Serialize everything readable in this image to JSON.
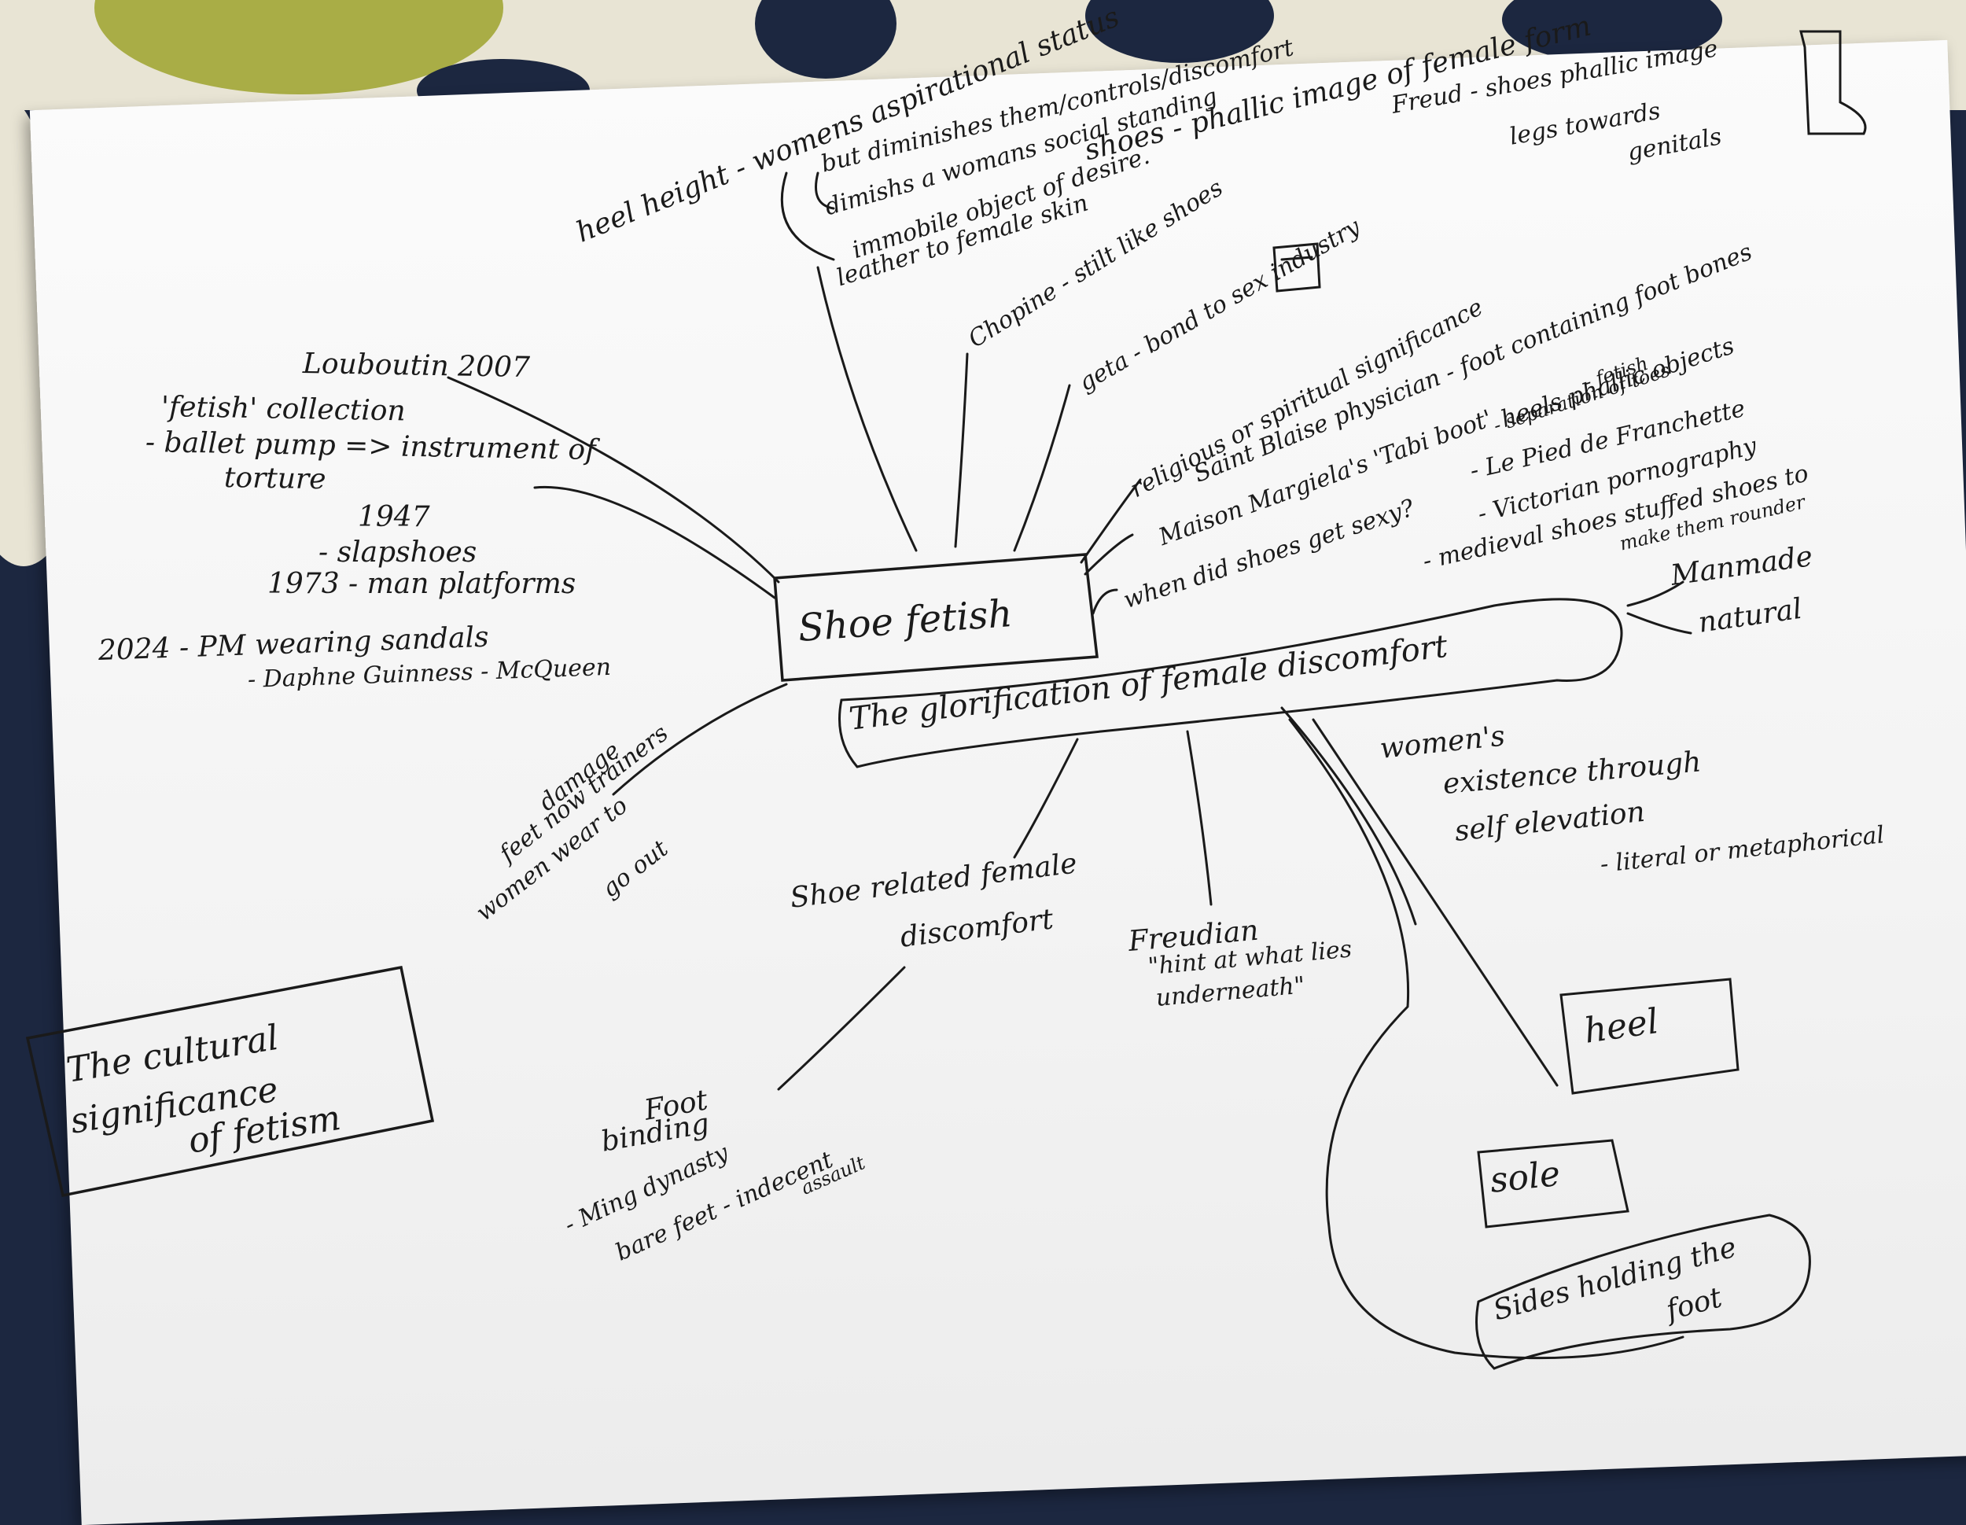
{
  "colors": {
    "paper": "#f6f6f6",
    "ink": "#1a1a1a",
    "fabric_dark": "#1c2740",
    "fabric_light": "#e8e4d4",
    "fabric_green": "#a9ad46"
  },
  "mindmap": {
    "center": "Shoe fetish",
    "subtitle": "The glorification of female discomfort",
    "title_box": {
      "line1": "The cultural",
      "line2": "significance",
      "line3": "of fetism"
    },
    "heel": {
      "main": "heel height - womens aspirational status",
      "n1": "but diminishes them/controls/discomfort",
      "n2": "dimishs a womans social standing",
      "n3": "immobile object of desire.",
      "n4": "leather to female skin"
    },
    "phallic": {
      "main": "shoes - phallic image of female form",
      "freud": "Freud - shoes phallic image",
      "n1": "legs towards",
      "n2": "genitals"
    },
    "chopine": "Chopine - stilt like shoes",
    "geta": "geta - bond to sex industry",
    "religious": {
      "main": "religious or spiritual significance",
      "sub": "Saint Blaise physician - foot containing foot bones"
    },
    "margiela": {
      "main": "Maison Margiela's 'Tabi boot'",
      "sub": "- separation of toes",
      "fetish": "- fetish"
    },
    "sexy": {
      "main": "when did shoes get sexy?",
      "n1": "heels phallic objects",
      "n2": "- Le Pied de Franchette",
      "n3": "- Victorian pornography",
      "n4": "- medieval shoes stuffed shoes to",
      "n5": "make them rounder"
    },
    "materials": {
      "n1": "Manmade",
      "n2": "natural"
    },
    "louboutin": {
      "l1": "Louboutin 2007",
      "l2": "'fetish' collection",
      "l3": "- ballet pump => instrument of",
      "l4": "torture"
    },
    "history": {
      "l1": "1947",
      "l2": "- slapshoes",
      "l3": "1973 - man platforms",
      "l4": "2024 - PM wearing sandals",
      "l5": "- Daphne Guinness - McQueen"
    },
    "damage": {
      "l1": "damage",
      "l2": "feet now trainers",
      "l3": "women wear to",
      "l4": "go out"
    },
    "discomfort": {
      "l1": "Shoe related female",
      "l2": "discomfort"
    },
    "foot_binding": {
      "l1": "Foot",
      "l2": "binding",
      "l3": "- Ming dynasty",
      "l4": "bare feet - indecent",
      "l5": "assault"
    },
    "freudian": {
      "l1": "Freudian",
      "l2": "\"hint at what lies",
      "l3": "underneath\""
    },
    "existence": {
      "l1": "women's",
      "l2": "existence through",
      "l3": "self elevation",
      "l4": "- literal or metaphorical"
    },
    "shoe_parts": {
      "heel": "heel",
      "sole": "sole",
      "sides": "Sides holding the",
      "foot": "foot"
    }
  }
}
